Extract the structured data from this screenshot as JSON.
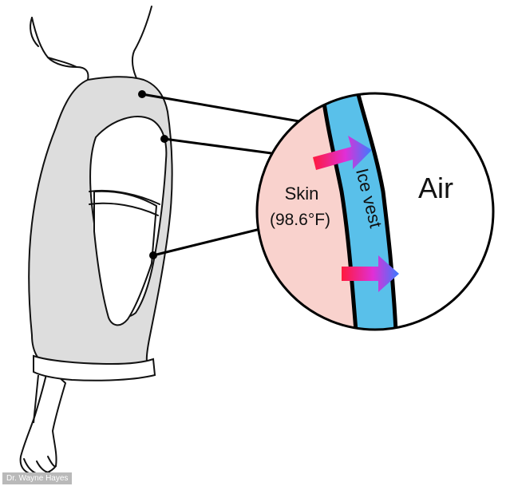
{
  "labels": {
    "skin": "Skin",
    "skin_temp": "(98.6°F)",
    "ice_vest": "Ice vest",
    "air": "Air"
  },
  "credit": "Dr. Wayne Hayes",
  "colors": {
    "vest": "#dddddd",
    "skin": "#f9d2cd",
    "ice": "#59c0ea",
    "air": "#ffffff",
    "arrow_start": "#ff1a3c",
    "arrow_end": "#3b7bff",
    "outline": "#000000"
  },
  "icons": [
    "heat-arrow-icon",
    "heat-arrow-icon"
  ]
}
